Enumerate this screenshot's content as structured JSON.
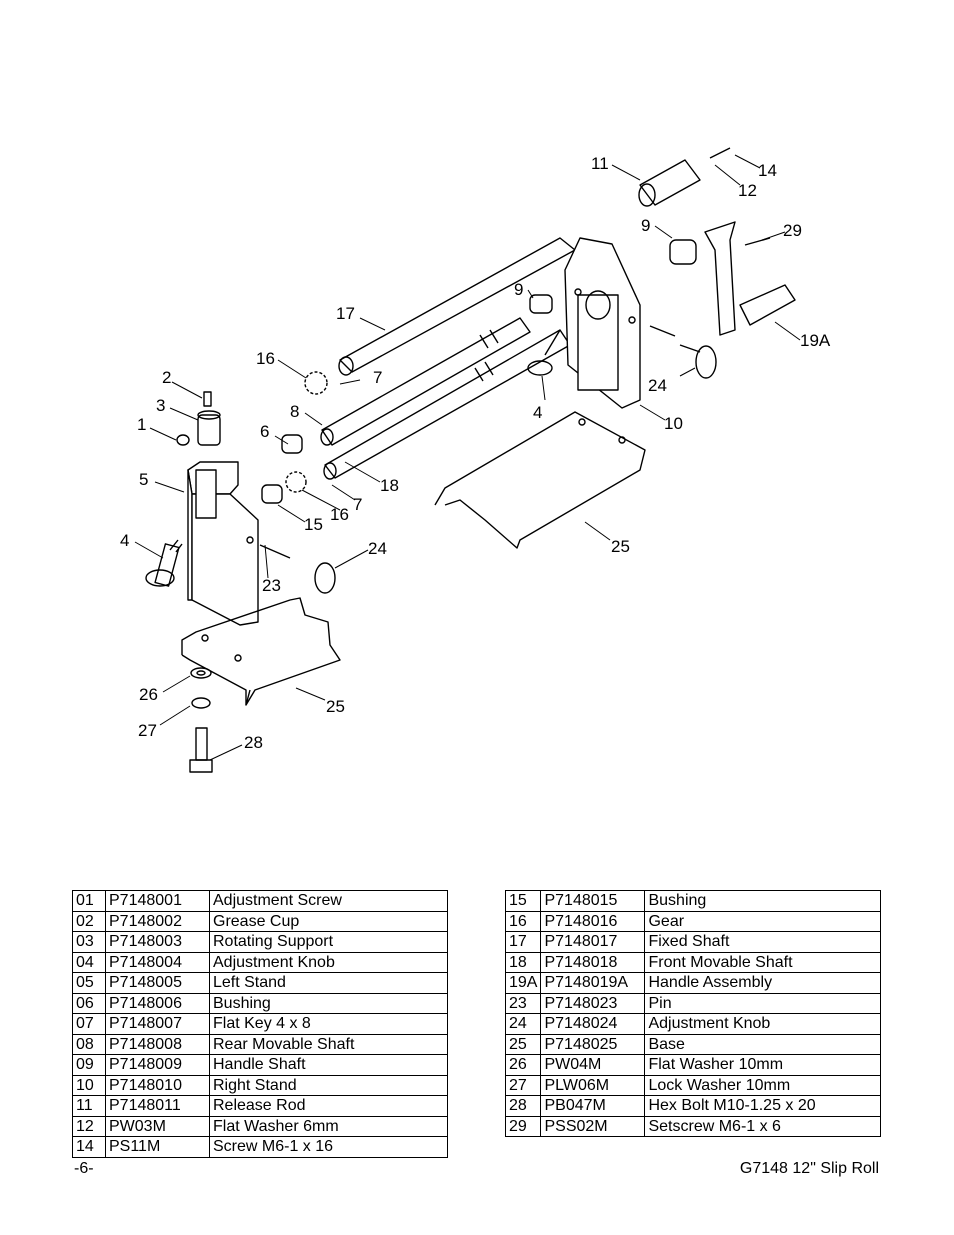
{
  "diagram": {
    "callouts": [
      "1",
      "2",
      "3",
      "4",
      "5",
      "6",
      "7",
      "8",
      "9",
      "10",
      "11",
      "12",
      "14",
      "15",
      "16",
      "17",
      "18",
      "19A",
      "23",
      "24",
      "25",
      "26",
      "27",
      "28",
      "29"
    ]
  },
  "parts_left": [
    [
      "01",
      "P7148001",
      "Adjustment Screw"
    ],
    [
      "02",
      "P7148002",
      "Grease Cup"
    ],
    [
      "03",
      "P7148003",
      "Rotating Support"
    ],
    [
      "04",
      "P7148004",
      "Adjustment Knob"
    ],
    [
      "05",
      "P7148005",
      "Left Stand"
    ],
    [
      "06",
      "P7148006",
      "Bushing"
    ],
    [
      "07",
      "P7148007",
      "Flat Key 4 x 8"
    ],
    [
      "08",
      "P7148008",
      "Rear Movable Shaft"
    ],
    [
      "09",
      "P7148009",
      "Handle Shaft"
    ],
    [
      "10",
      "P7148010",
      "Right Stand"
    ],
    [
      "11",
      "P7148011",
      "Release Rod"
    ],
    [
      "12",
      "PW03M",
      "Flat Washer 6mm"
    ],
    [
      "14",
      "PS11M",
      "Screw M6-1 x 16"
    ]
  ],
  "parts_right": [
    [
      "15",
      "P7148015",
      "Bushing"
    ],
    [
      "16",
      "P7148016",
      "Gear"
    ],
    [
      "17",
      "P7148017",
      "Fixed Shaft"
    ],
    [
      "18",
      "P7148018",
      "Front Movable Shaft"
    ],
    [
      "19A",
      "P7148019A",
      "Handle Assembly"
    ],
    [
      "23",
      "P7148023",
      "Pin"
    ],
    [
      "24",
      "P7148024",
      "Adjustment Knob"
    ],
    [
      "25",
      "P7148025",
      "Base"
    ],
    [
      "26",
      "PW04M",
      "Flat Washer 10mm"
    ],
    [
      "27",
      "PLW06M",
      "Lock Washer 10mm"
    ],
    [
      "28",
      "PB047M",
      "Hex Bolt M10-1.25 x 20"
    ],
    [
      "29",
      "PSS02M",
      "Setscrew M6-1 x 6"
    ]
  ],
  "footer": {
    "page": "-6-",
    "title": "G7148 12\" Slip Roll"
  }
}
